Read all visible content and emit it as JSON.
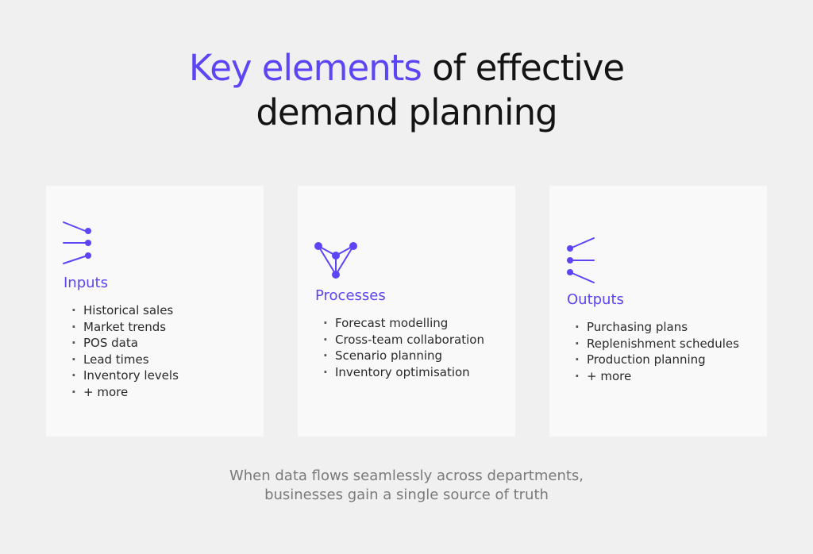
{
  "title": {
    "highlight": "Key elements",
    "line1_rest": " of effective",
    "line2": "demand planning"
  },
  "cards": [
    {
      "title": "Inputs",
      "icon": "converging-lines-icon",
      "items": [
        "Historical sales",
        "Market trends",
        "POS data",
        "Lead times",
        "Inventory levels",
        "+ more"
      ]
    },
    {
      "title": "Processes",
      "icon": "network-nodes-icon",
      "items": [
        "Forecast modelling",
        "Cross-team collaboration",
        "Scenario planning",
        "Inventory optimisation"
      ]
    },
    {
      "title": "Outputs",
      "icon": "diverging-lines-icon",
      "items": [
        "Purchasing plans",
        "Replenishment schedules",
        "Production planning",
        "+ more"
      ]
    }
  ],
  "caption": {
    "line1": "When data flows seamlessly across departments,",
    "line2": "businesses gain a single source of truth"
  },
  "colors": {
    "accent": "#5b45f5",
    "background": "#f0f0f0",
    "card": "#f9f9f9",
    "caption": "#7a7a7a"
  }
}
